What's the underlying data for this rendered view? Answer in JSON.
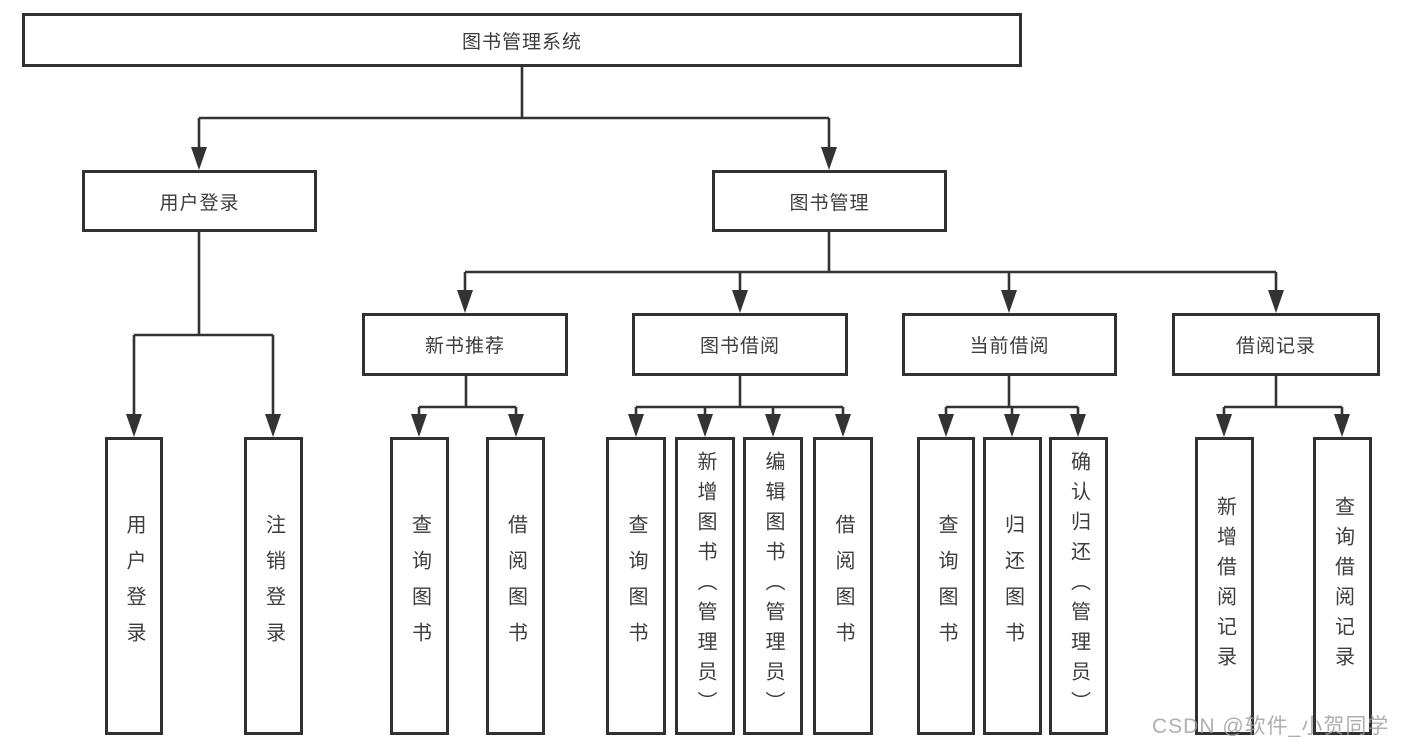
{
  "tree": {
    "root": "图书管理系统",
    "branches": [
      {
        "label": "用户登录",
        "children": [
          "用户登录",
          "注销登录"
        ]
      },
      {
        "label": "图书管理",
        "children": [
          {
            "label": "新书推荐",
            "children": [
              "查询图书",
              "借阅图书"
            ]
          },
          {
            "label": "图书借阅",
            "children": [
              "查询图书",
              "新增图书（管理员）",
              "编辑图书（管理员）",
              "借阅图书"
            ]
          },
          {
            "label": "当前借阅",
            "children": [
              "查询图书",
              "归还图书",
              "确认归还（管理员）"
            ]
          },
          {
            "label": "借阅记录",
            "children": [
              "新增借阅记录",
              "查询借阅记录"
            ]
          }
        ]
      }
    ]
  },
  "watermark": {
    "text": "CSDN @软件_小贺同学",
    "color": "#9e9e9e"
  },
  "colors": {
    "line": "#333333",
    "box_border": "#313131",
    "text": "#3d3d3d",
    "background": "#ffffff"
  }
}
